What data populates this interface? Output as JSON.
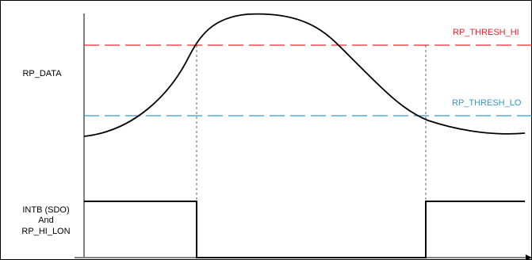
{
  "labels": {
    "rp_data": "RP_DATA",
    "thresh_hi": "RP_THRESH_HI",
    "thresh_lo": "RP_THRESH_LO",
    "intb_line1": "INTB (SDO)",
    "intb_line2": "And",
    "intb_line3": "RP_HI_LON"
  },
  "colors": {
    "thresh_hi": "#e8262a",
    "thresh_lo": "#3399cc",
    "signal": "#000000",
    "guide": "#666666"
  }
}
